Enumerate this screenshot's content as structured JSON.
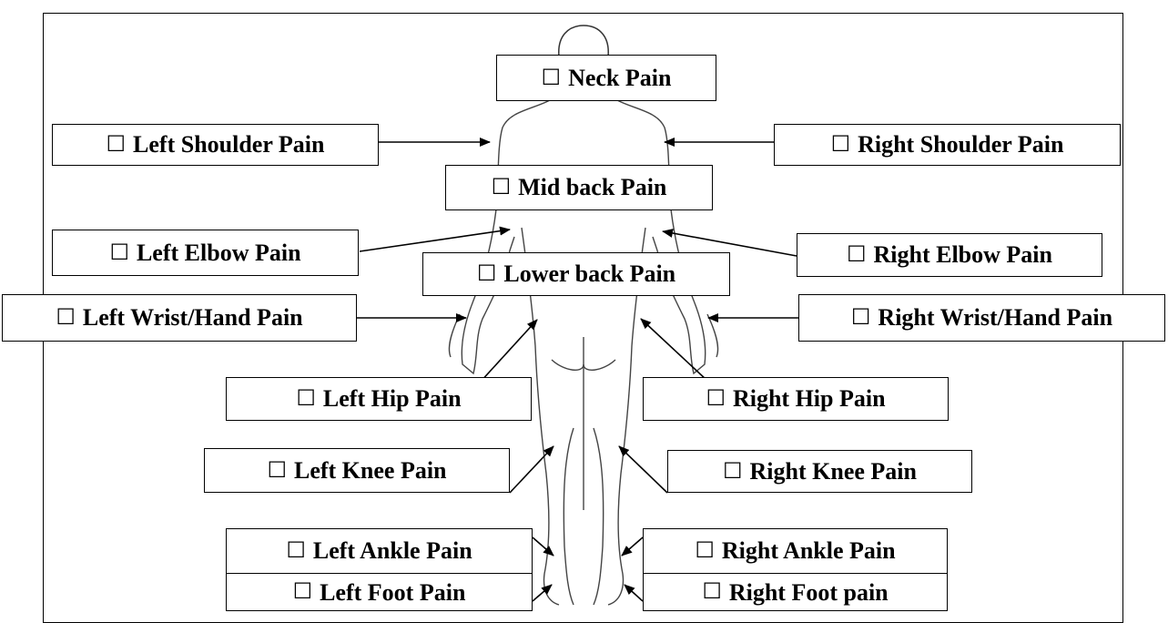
{
  "labels": {
    "neck": "Neck Pain",
    "left_shoulder": "Left Shoulder Pain",
    "right_shoulder": "Right Shoulder Pain",
    "mid_back": "Mid back Pain",
    "left_elbow": "Left Elbow Pain",
    "right_elbow": "Right Elbow Pain",
    "lower_back": "Lower back Pain",
    "left_wrist": "Left Wrist/Hand Pain",
    "right_wrist": "Right Wrist/Hand Pain",
    "left_hip": "Left Hip Pain",
    "right_hip": "Right Hip Pain",
    "left_knee": "Left Knee Pain",
    "right_knee": "Right Knee Pain",
    "left_ankle": "Left Ankle Pain",
    "right_ankle": "Right Ankle Pain",
    "left_foot": "Left Foot Pain",
    "right_foot": "Right Foot pain"
  },
  "checkbox_glyph": "☐"
}
